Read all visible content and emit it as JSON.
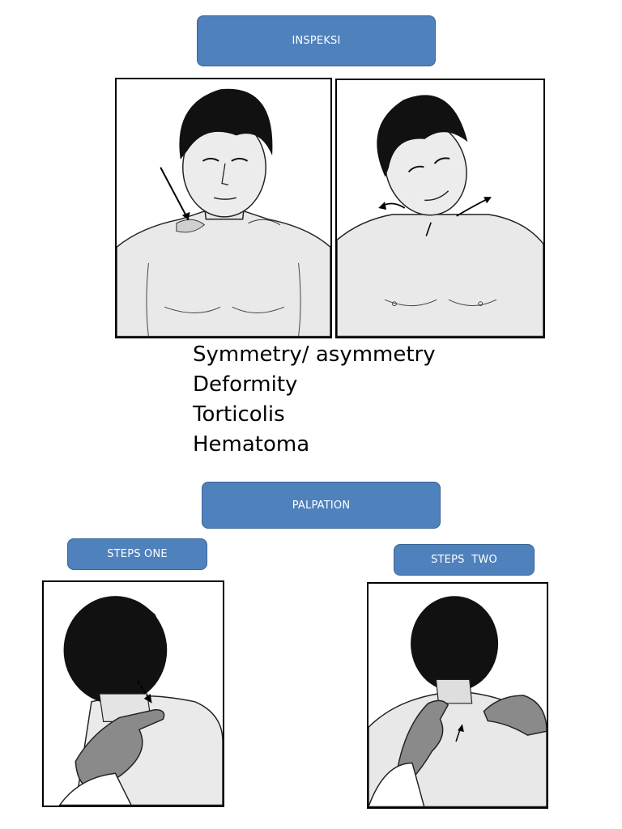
{
  "inspection": {
    "heading": "INSPEKSI",
    "findings": [
      "Symmetry/ asymmetry",
      "Deformity",
      "Torticolis",
      "Hematoma"
    ]
  },
  "palpation": {
    "heading": "PALPATION",
    "step_one_label": "STEPS ONE",
    "step_two_label": "STEPS  TWO"
  },
  "colors": {
    "button_fill": "#4f81bd",
    "button_border": "#3a6595",
    "button_text": "#ffffff"
  }
}
